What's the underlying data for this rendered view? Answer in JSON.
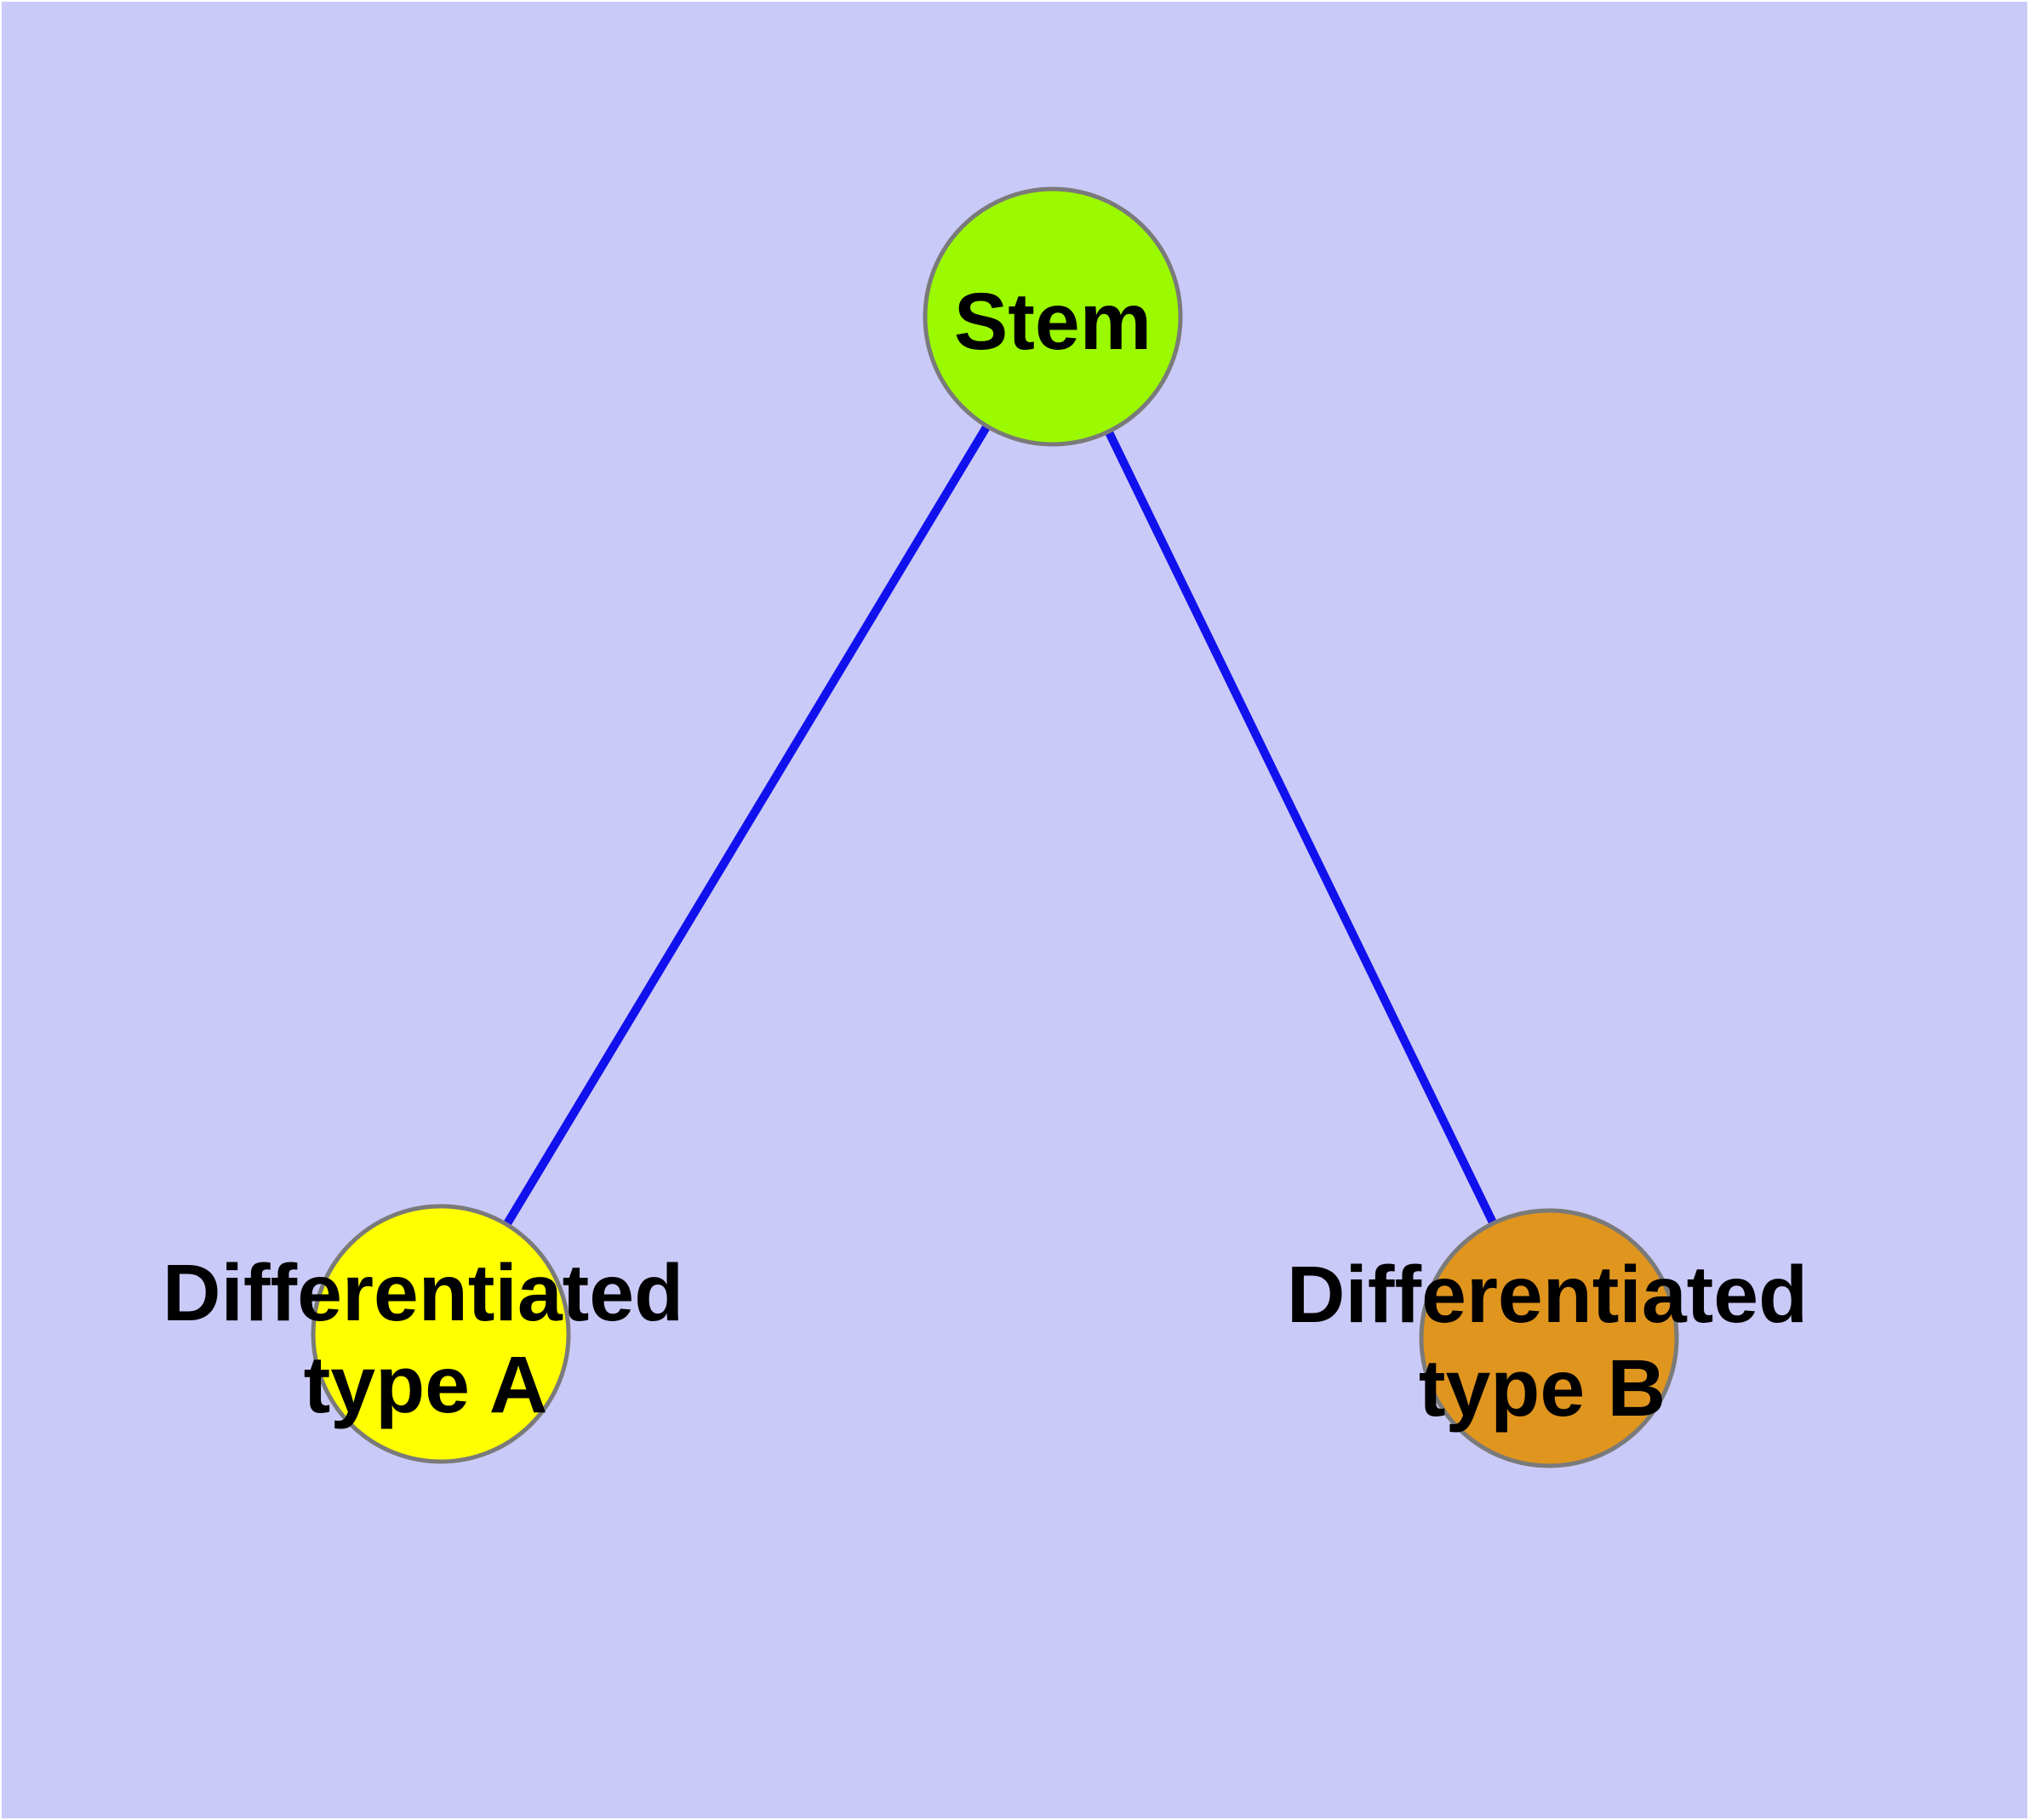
{
  "canvas": {
    "frame_color": "#FFFFFF",
    "background_color": "#CACAF8"
  },
  "diagram": {
    "edge_color": "#1111EE",
    "node_border_color": "#7A7A7A",
    "label_color": "#000000",
    "nodes": [
      {
        "id": "stem",
        "label": "Stem",
        "fill": "#9BF900"
      },
      {
        "id": "differentiated-type-a",
        "label_line1": "Differentiated",
        "label_line2": "type A",
        "fill": "#FFFF00"
      },
      {
        "id": "differentiated-type-b",
        "label_line1": "Differentiated",
        "label_line2": "type B",
        "fill": "#E0951E"
      }
    ],
    "edges": [
      {
        "from": "stem",
        "to": "differentiated-type-a"
      },
      {
        "from": "stem",
        "to": "differentiated-type-b"
      }
    ]
  }
}
